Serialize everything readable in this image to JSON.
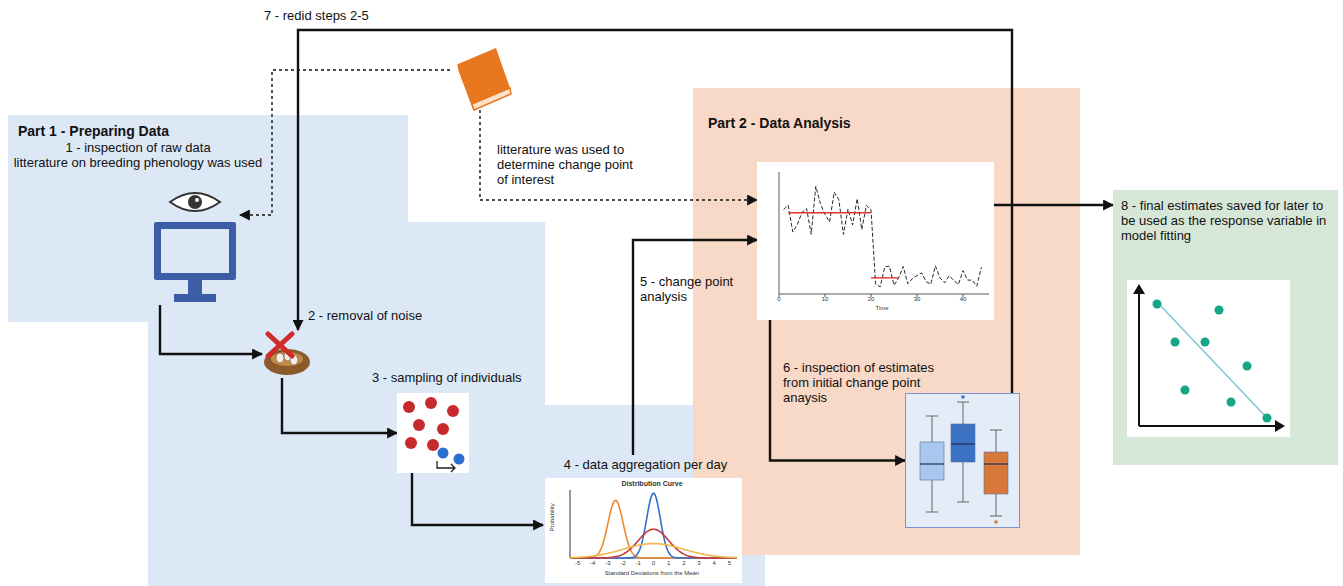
{
  "diagram": {
    "nodes": [
      {
        "text": [
          "Part 1 - Preparing Data"
        ]
      },
      {
        "text": [
          "1 - inspection of raw data",
          "litterature on breeding phenology was used"
        ],
        "in": 0
      },
      {
        "text": [
          "2 - removal of noise"
        ],
        "in": 0
      },
      {
        "text": [
          "3 - sampling of individuals"
        ],
        "in": 0
      },
      {
        "text": [
          "4 - data aggregation per day"
        ],
        "in": 0
      },
      {
        "text": [
          "litterature was used to determine change point of interest"
        ]
      },
      {
        "text": [
          "Part 2 - Data Analysis"
        ]
      },
      {
        "text": [
          "5 - change point analysis"
        ],
        "in": 6
      },
      {
        "text": [
          "6 - inspection of estimates from initial change point anaysis"
        ],
        "in": 6
      },
      {
        "text": [
          "8 - final estimates saved for later to be used as the response variable in model fitting"
        ]
      }
    ],
    "edges": [
      {
        "from": 1,
        "to": 2,
        "arrow": "to"
      },
      {
        "from": 2,
        "to": 3,
        "arrow": "to"
      },
      {
        "from": 3,
        "to": 4,
        "arrow": "to"
      },
      {
        "from": 4,
        "to": 7,
        "arrow": "to"
      },
      {
        "from": 7,
        "to": 8,
        "arrow": "to"
      },
      {
        "from": 8,
        "to": 2,
        "label": "7 - redid steps 2-5",
        "arrow": "to"
      },
      {
        "from": 7,
        "to": 9,
        "arrow": "to"
      },
      {
        "from": 5,
        "to": 1,
        "arrow": "to"
      },
      {
        "from": 5,
        "to": 7,
        "arrow": "to"
      }
    ],
    "labels": [
      "Distribution Curve",
      "Probability",
      "Standard Deviations from the Mean",
      "-5",
      "-4",
      "-3",
      "-2",
      "-1",
      "0",
      "1",
      "2",
      "3",
      "4",
      "5",
      "Time",
      "0",
      "10",
      "20",
      "30",
      "40"
    ]
  }
}
